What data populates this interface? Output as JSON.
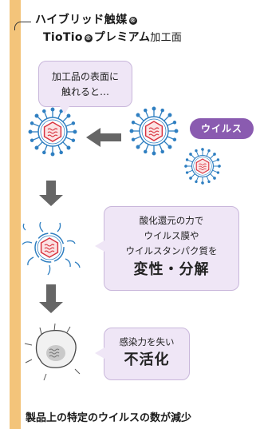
{
  "title": {
    "line1": "ハイブリッド触媒",
    "line2_brand_a": "TioTio",
    "line2_brand_b": "プレミアム",
    "line2_suffix": "加工面",
    "registered_mark": "®"
  },
  "steps": {
    "touch": {
      "line1": "加工品の表面に",
      "line2": "触れると…"
    },
    "denature": {
      "line1": "酸化還元の力で",
      "line2": "ウイルス膜や",
      "line3": "ウイルスタンパク質を",
      "emphasis": "変性・分解"
    },
    "inactivate": {
      "line1": "感染力を失い",
      "emphasis": "不活化"
    }
  },
  "virus_label": "ウイルス",
  "footer": "製品上の特定のウイルスの数が減少",
  "colors": {
    "stripe": "#f3c47a",
    "bubble_bg": "#efe6f6",
    "pill": "#8a5bb0",
    "virus_outline": "#2f7fc1",
    "virus_core": "#d9333f",
    "arrow": "#666666"
  },
  "icons": [
    "virus-icon",
    "arrow-left-icon",
    "arrow-down-icon",
    "inactive-virus-icon"
  ]
}
